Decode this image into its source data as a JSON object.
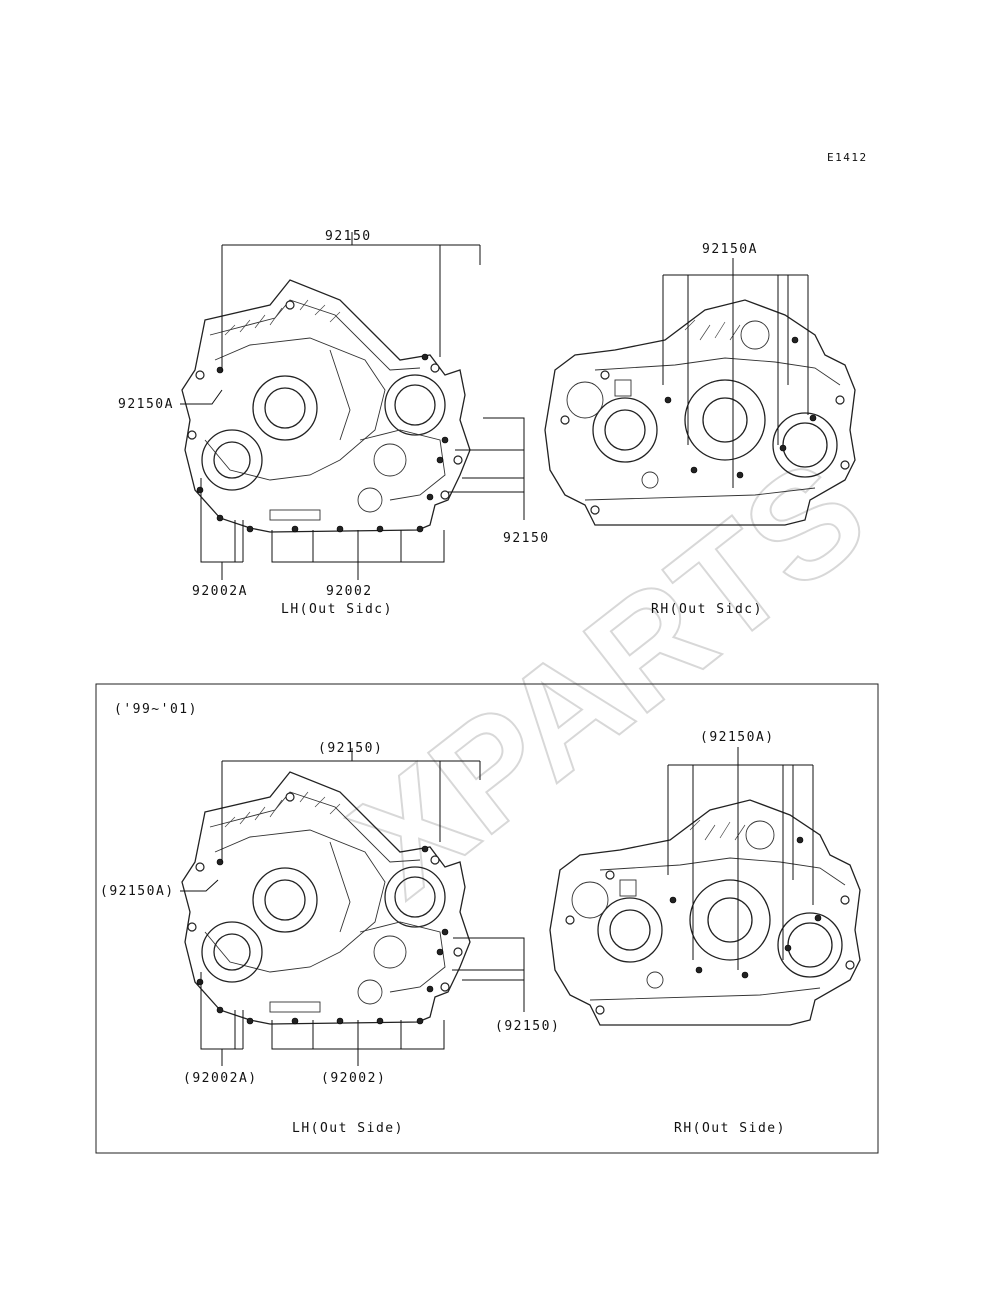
{
  "diagram_code": "E1412",
  "watermark": "XPARTS",
  "top_section": {
    "lh": {
      "caption": "LH(Out Sidc)",
      "callouts": {
        "top_gasket": "92150",
        "left_gasket": "92150A",
        "right_gasket": "92150",
        "bottom_left_dowel": "92002A",
        "bottom_dowel": "92002"
      }
    },
    "rh": {
      "caption": "RH(Out Sidc)",
      "callouts": {
        "top_gasket": "92150A"
      }
    }
  },
  "bottom_section": {
    "year_range": "('99~'01)",
    "lh": {
      "caption": "LH(Out Side)",
      "callouts": {
        "top_gasket": "(92150)",
        "left_gasket": "(92150A)",
        "right_gasket": "(92150)",
        "bottom_left_dowel": "(92002A)",
        "bottom_dowel": "(92002)"
      }
    },
    "rh": {
      "caption": "RH(Out Side)",
      "callouts": {
        "top_gasket": "(92150A)"
      }
    }
  }
}
